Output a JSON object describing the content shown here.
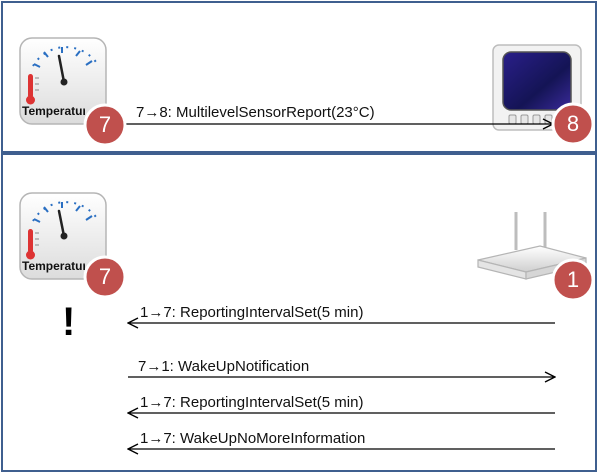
{
  "top_panel": {
    "sensor_label": "Temperature",
    "sensor_node_id": "7",
    "thermostat_node_id": "8",
    "message": "7→8: MultilevelSensorReport(23°C)"
  },
  "bottom_panel": {
    "sensor_label": "Temperature",
    "sensor_node_id": "7",
    "controller_node_id": "1",
    "alert_symbol": "!",
    "messages": [
      "1→7: ReportingIntervalSet(5 min)",
      "7→1: WakeUpNotification",
      "1→7: ReportingIntervalSet(5 min)",
      "1→7: WakeUpNoMoreInformation"
    ]
  },
  "colors": {
    "panel_border": "#3f5f8f",
    "badge_fill": "#c0504d",
    "badge_stroke": "#ffffff",
    "thermostat_screen": "#1a1a6a"
  },
  "icons": [
    "temperature-gauge-icon",
    "thermostat-icon",
    "router-icon",
    "exclamation-icon"
  ]
}
